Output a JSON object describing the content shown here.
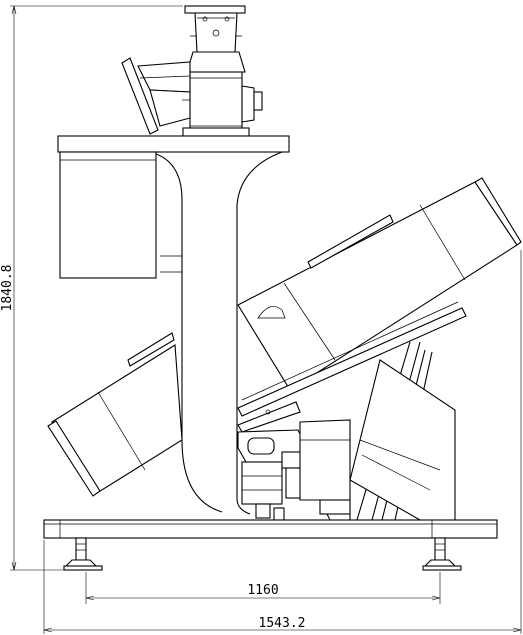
{
  "dimensions": {
    "height": "1840.8",
    "foot_span": "1160",
    "overall_width": "1543.2"
  },
  "colors": {
    "line": "#000000",
    "background": "#ffffff"
  }
}
